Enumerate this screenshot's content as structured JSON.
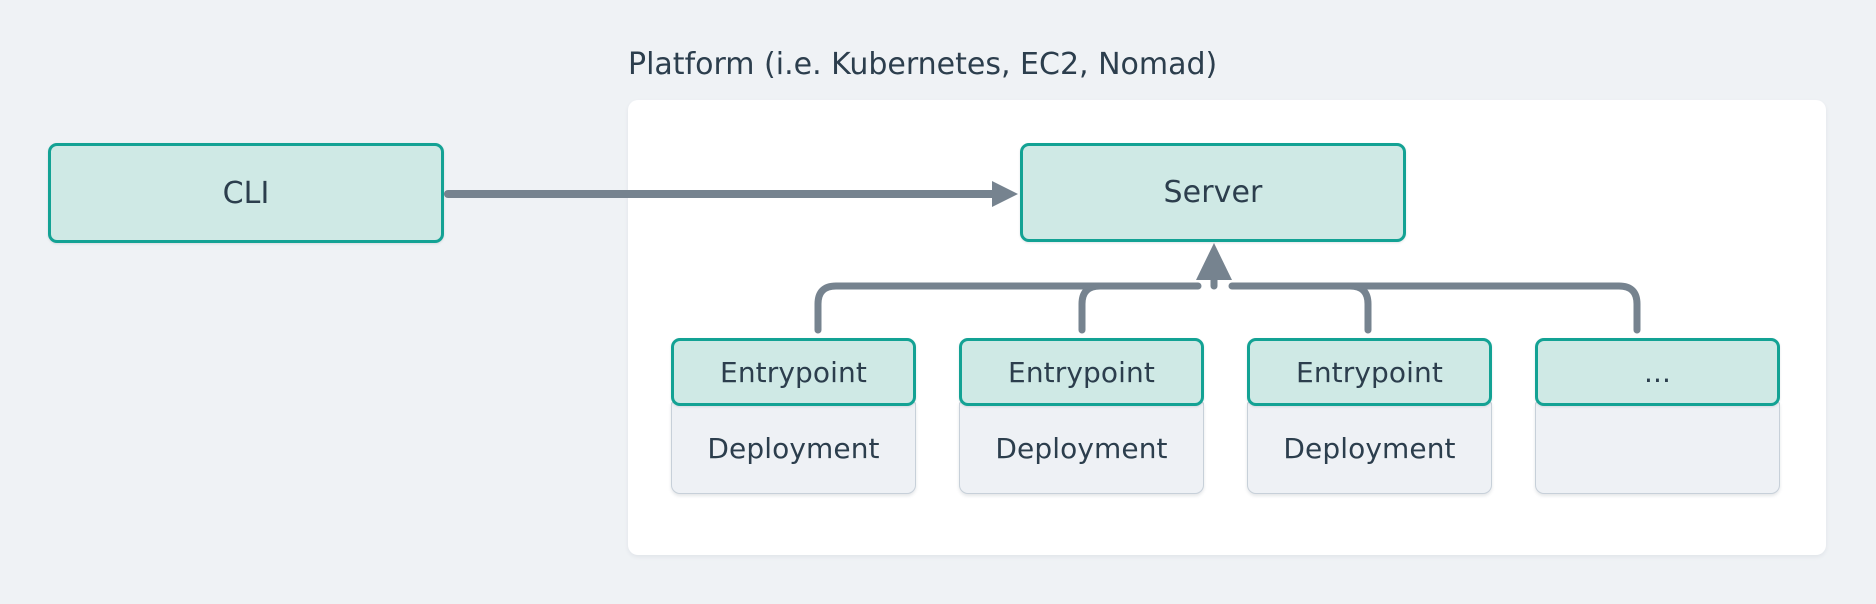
{
  "background_color": "#eff2f5",
  "palette": {
    "teal_border": "#13a294",
    "teal_fill": "#cfe9e5",
    "gray_fill": "#eef1f5",
    "gray_border": "#c7d0d9",
    "panel_fill": "#ffffff",
    "text": "#2c3e4d",
    "connector": "#76838f"
  },
  "cli": {
    "label": "CLI"
  },
  "platform": {
    "label": "Platform (i.e. Kubernetes, EC2, Nomad)"
  },
  "server": {
    "label": "Server"
  },
  "columns": [
    {
      "entrypoint": "Entrypoint",
      "deployment": "Deployment"
    },
    {
      "entrypoint": "Entrypoint",
      "deployment": "Deployment"
    },
    {
      "entrypoint": "Entrypoint",
      "deployment": "Deployment"
    },
    {
      "entrypoint": "...",
      "deployment": ""
    }
  ],
  "connections": [
    {
      "from": "CLI",
      "to": "Server",
      "style": "arrow-right"
    },
    {
      "from": "Entrypoints",
      "to": "Server",
      "style": "bracket-arrow-up"
    }
  ]
}
